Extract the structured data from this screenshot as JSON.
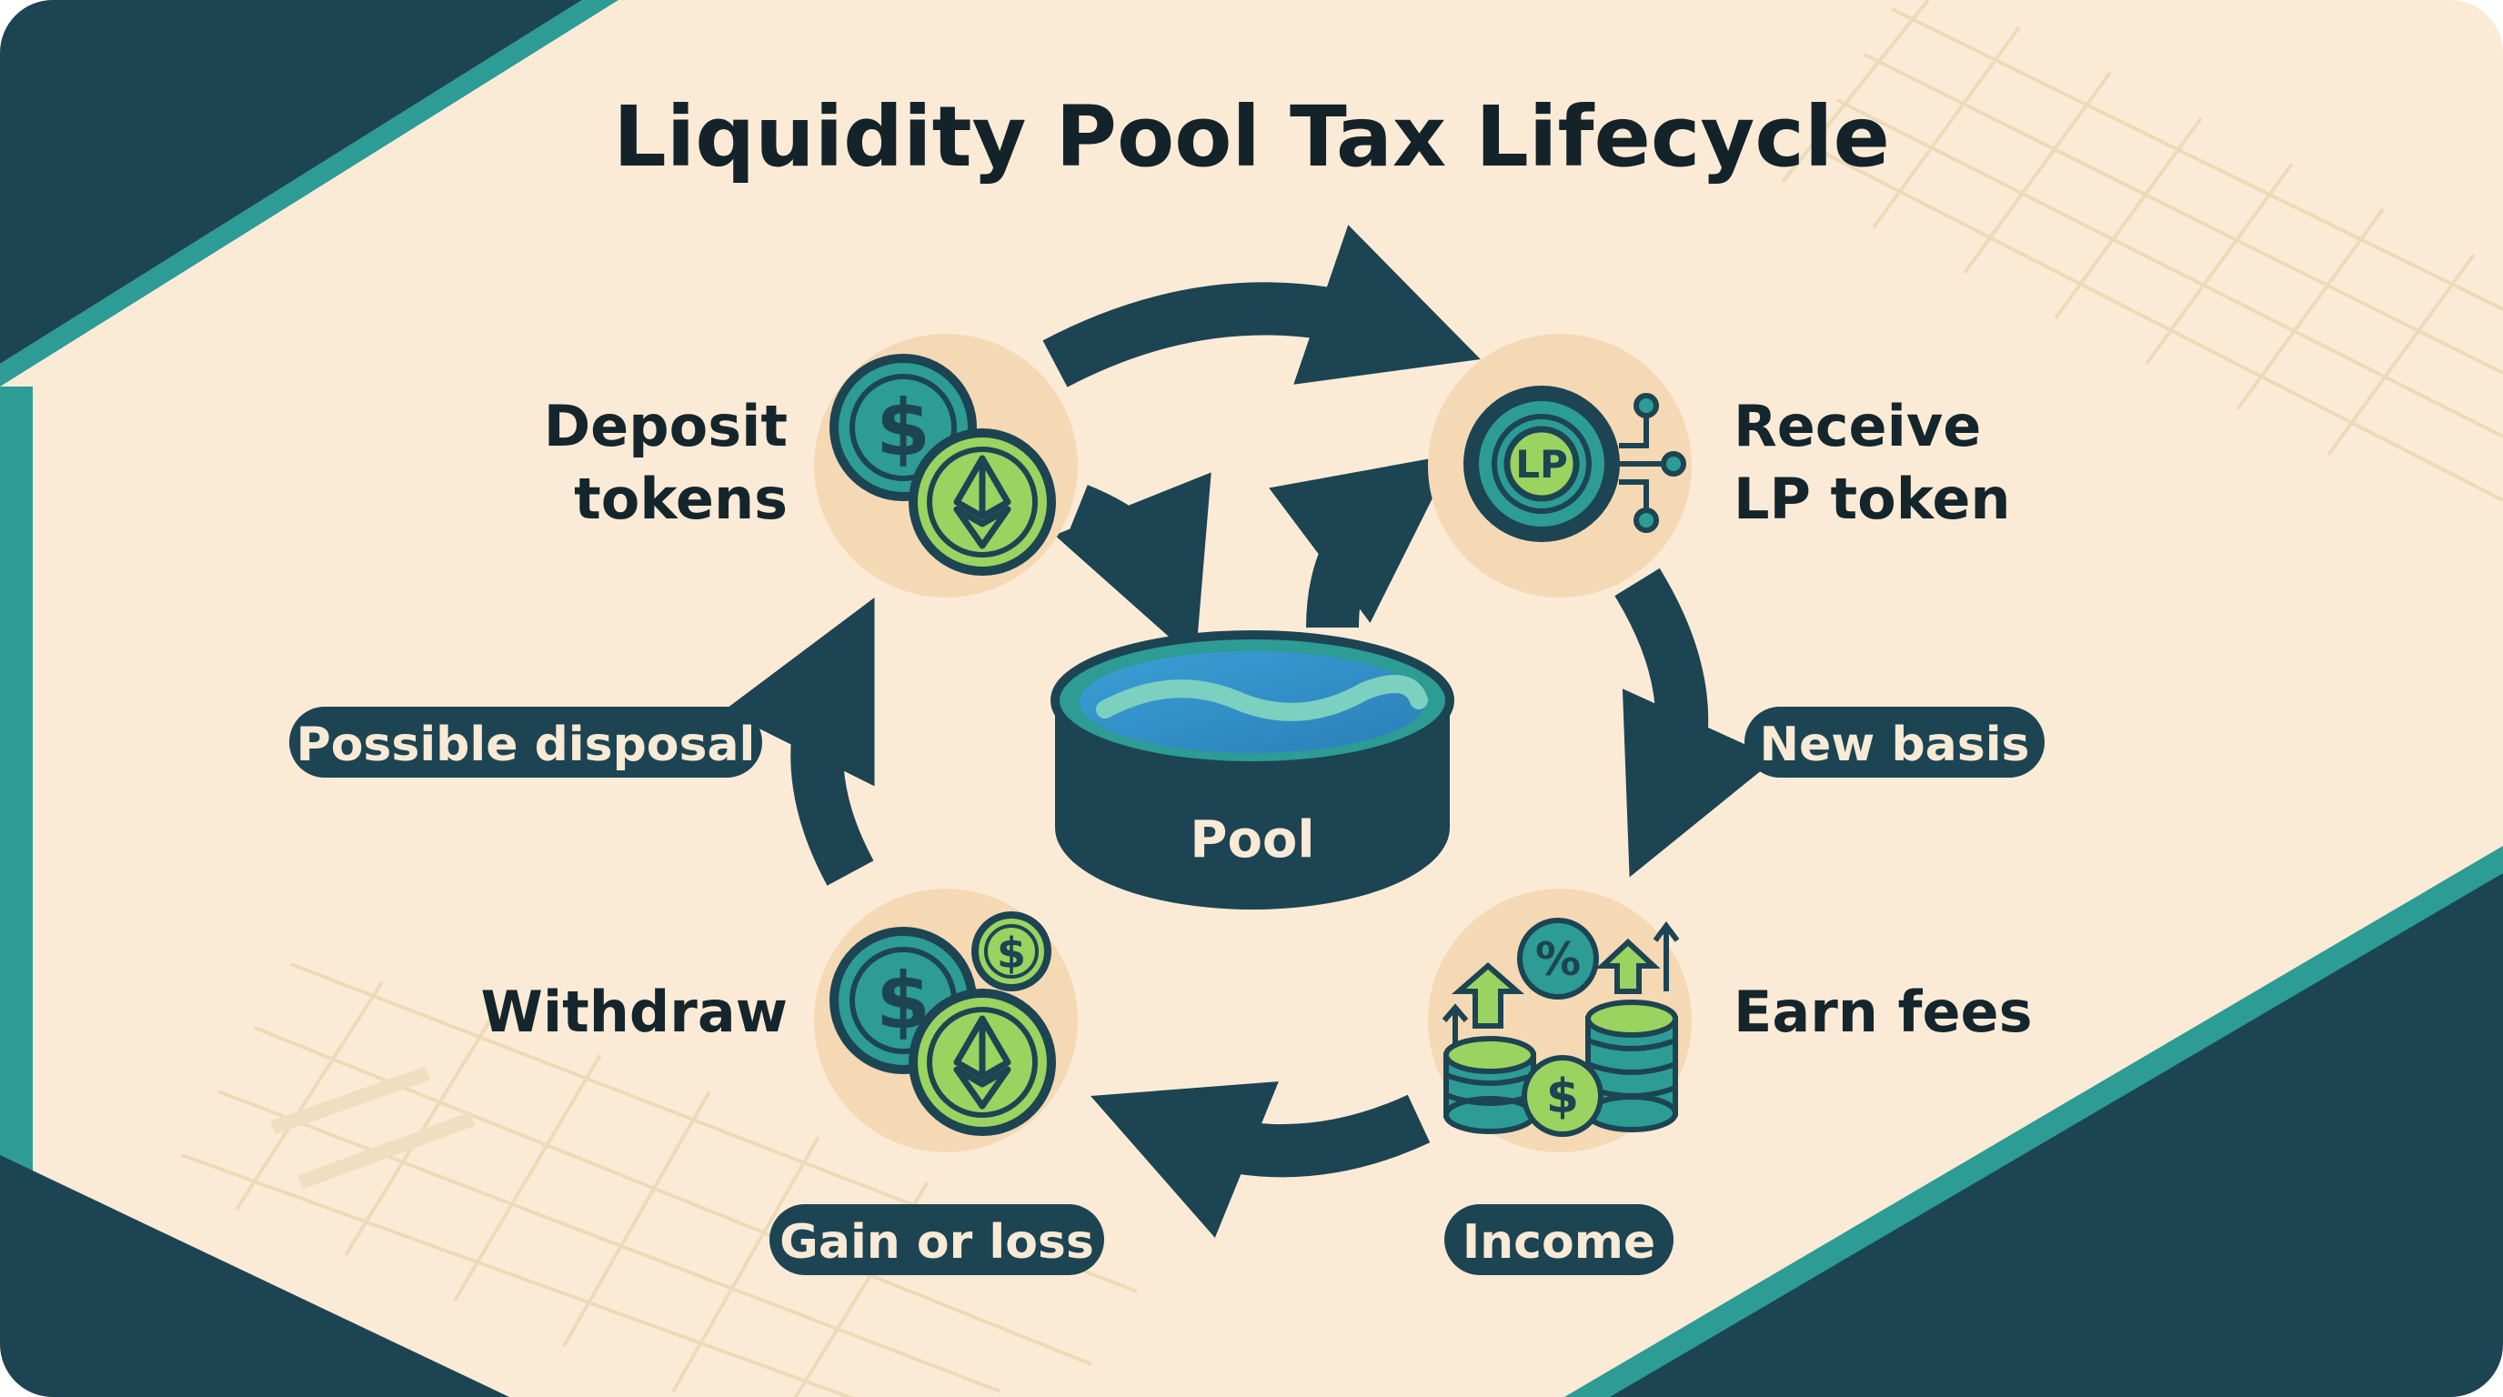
{
  "title": "Liquidity Pool Tax Lifecycle",
  "center": {
    "label": "Pool"
  },
  "steps": {
    "deposit": {
      "line1": "Deposit",
      "line2": "tokens"
    },
    "receive": {
      "line1": "Receive",
      "line2": "LP token"
    },
    "earn": {
      "line1": "Earn fees"
    },
    "withdraw": {
      "line1": "Withdraw"
    }
  },
  "pills": {
    "possible_disposal": "Possible disposal",
    "new_basis": "New basis",
    "income": "Income",
    "gain_or_loss": "Gain or loss"
  },
  "icon_text": {
    "lp": "LP",
    "dollar": "$",
    "percent": "%"
  },
  "colors": {
    "background": "#fbebd6",
    "dark_teal": "#1d4452",
    "teal_stripe": "#2c9c94",
    "lime": "#9ad35f",
    "node_circle": "#f5d9b5"
  }
}
